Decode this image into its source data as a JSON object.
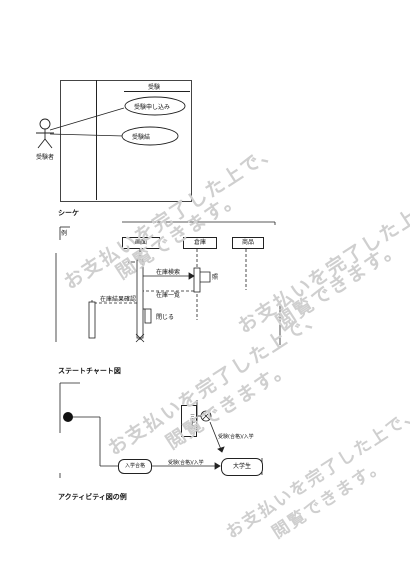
{
  "usecase": {
    "system_title": "受験",
    "actor": "受験者",
    "cases": [
      "受験申し込み",
      "受験結"
    ]
  },
  "sequence": {
    "caption": "シーケ",
    "small_label": "例",
    "lifelines": [
      "画面",
      "倉庫",
      "商品"
    ],
    "messages": [
      "在庫検索",
      "在庫一覧",
      "在庫結果確認",
      "閉じる",
      "照"
    ]
  },
  "state": {
    "caption": "ステートチャート図",
    "states": [
      "三年生",
      "入学合格",
      "大学生"
    ],
    "transitions": [
      "受験(合格)/入学",
      "受験(合格)/入学"
    ]
  },
  "activity": {
    "caption": "アクティビティ図の例"
  },
  "watermark": {
    "line1": "お支払いを完了した上で、",
    "line2": "閲覧できます。"
  }
}
